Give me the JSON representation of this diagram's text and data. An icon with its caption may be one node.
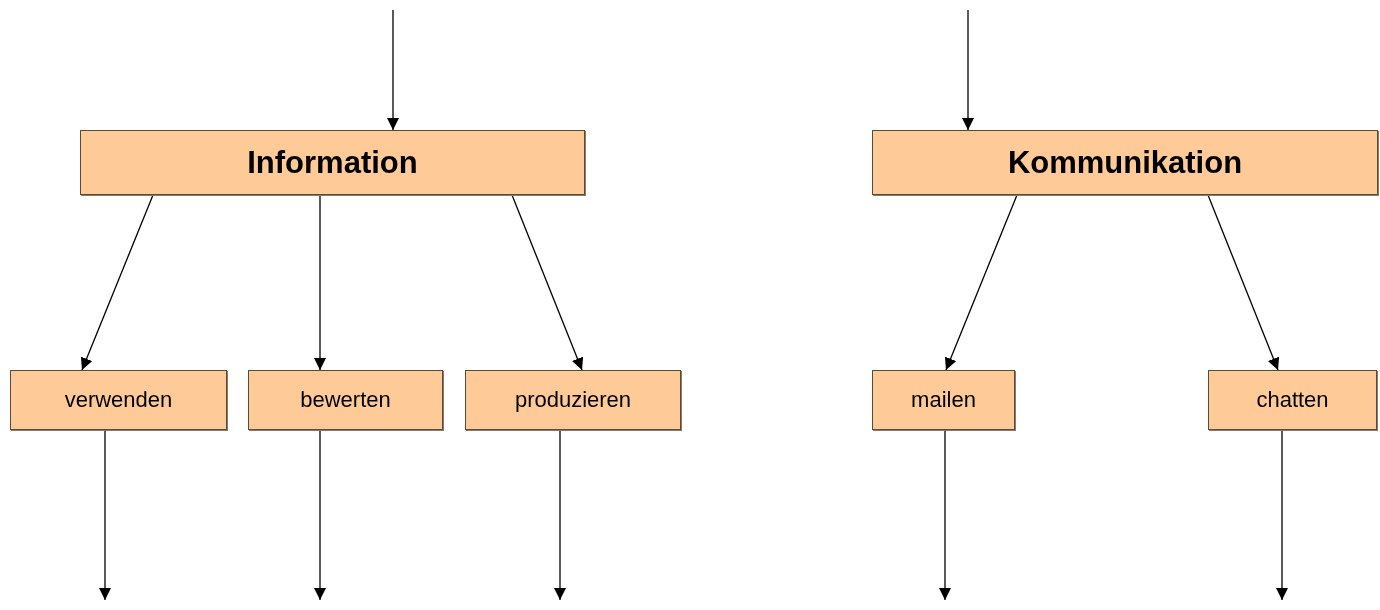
{
  "diagram": {
    "nodes": [
      {
        "text": [
          "Information"
        ]
      },
      {
        "text": [
          "Kommunikation"
        ]
      },
      {
        "text": [
          "verwenden"
        ]
      },
      {
        "text": [
          "bewerten"
        ]
      },
      {
        "text": [
          "produzieren"
        ]
      },
      {
        "text": [
          "mailen"
        ]
      },
      {
        "text": [
          "chatten"
        ]
      }
    ],
    "edges": [
      {
        "from": null,
        "to": 0,
        "arrow": "to"
      },
      {
        "from": null,
        "to": 1,
        "arrow": "to"
      },
      {
        "from": 0,
        "to": 2,
        "arrow": "to"
      },
      {
        "from": 0,
        "to": 3,
        "arrow": "to"
      },
      {
        "from": 0,
        "to": 4,
        "arrow": "to"
      },
      {
        "from": 1,
        "to": 5,
        "arrow": "to"
      },
      {
        "from": 1,
        "to": 6,
        "arrow": "to"
      },
      {
        "from": 2,
        "to": null,
        "arrow": "to"
      },
      {
        "from": 3,
        "to": null,
        "arrow": "to"
      },
      {
        "from": 4,
        "to": null,
        "arrow": "to"
      },
      {
        "from": 5,
        "to": null,
        "arrow": "to"
      },
      {
        "from": 6,
        "to": null,
        "arrow": "to"
      }
    ]
  }
}
